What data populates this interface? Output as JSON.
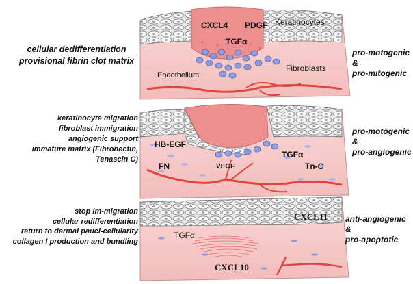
{
  "panel1": {
    "left_text": [
      "cellular dedifferentiation",
      "provisional fibrin clot matrix"
    ],
    "right_text": [
      "pro-motogenic &",
      "pro-mitogenic"
    ],
    "labels": {
      "cxcl4": "CXCL4",
      "pdgf": "PDGF",
      "keratinocytes": "Keratinocytes",
      "tgfa": "TGFα",
      "fibroblasts": "Fibroblasts",
      "endothelium": "Endothelium"
    }
  },
  "panel2": {
    "left_text": [
      "keratinocyte migration",
      "fibroblast immigration",
      "angiogenic support",
      "immature matrix (Fibronectin,",
      "Tenascin C)"
    ],
    "right_text": [
      "pro-motogenic &",
      "pro-angiogenic"
    ],
    "labels": {
      "hbegf": "HB-EGF",
      "tgfa": "TGFα",
      "fn": "FN",
      "vegf": "VEGF",
      "tnc": "Tn-C"
    }
  },
  "panel3": {
    "left_text": [
      "stop im-migration",
      "cellular redifferentiation",
      "return to dermal pauci-cellularity",
      "collagen I production and bundling"
    ],
    "right_text": [
      "anti-angiogenic &",
      "pro-apoptotic"
    ],
    "labels": {
      "cxcl11": "CXCL11",
      "tgfa": "TGFα",
      "cxcl10": "CXCL10"
    }
  },
  "colors": {
    "dermis": "#f6cfcd",
    "clot": "#ee8f8f",
    "vessel": "#e2443d",
    "fibroblast": "#8e9ce0",
    "keratinocyte": "#f4f4f4"
  }
}
